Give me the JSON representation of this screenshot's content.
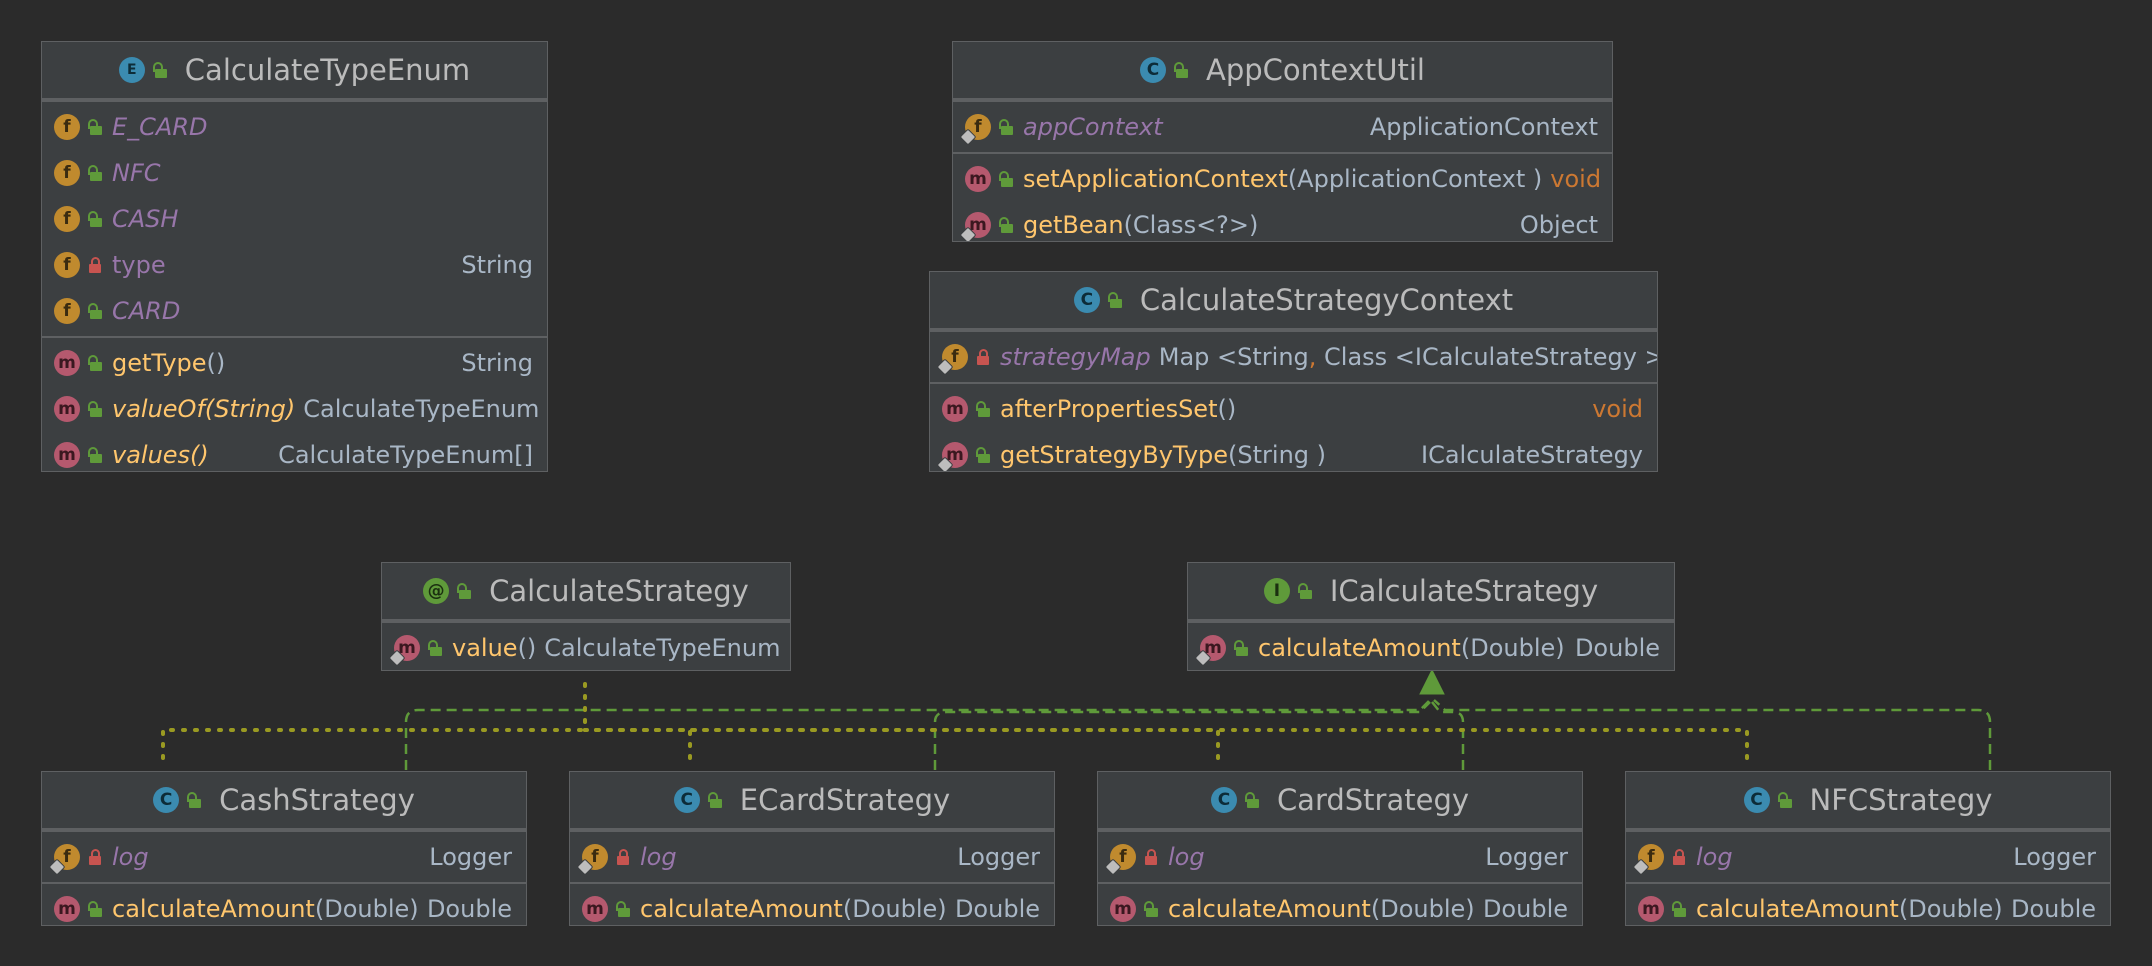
{
  "colors": {
    "background": "#2b2b2b",
    "box": "#3c3f41",
    "field_name": "#9876aa",
    "method_name": "#ffc66d",
    "type": "#a9b7c6",
    "keyword": "#cc7832",
    "realization_edge": "#5f9a3a",
    "dependency_edge": "#9a9a22"
  },
  "classes": {
    "calc_type_enum": {
      "title": "CalculateTypeEnum",
      "badge": "E",
      "fields": [
        {
          "name": "E_CARD",
          "type": "",
          "badge": "f",
          "visibility": "public",
          "static": true
        },
        {
          "name": "NFC",
          "type": "",
          "badge": "f",
          "visibility": "public",
          "static": true
        },
        {
          "name": "CASH",
          "type": "",
          "badge": "f",
          "visibility": "public",
          "static": true
        },
        {
          "name": "type",
          "type": "String",
          "badge": "f",
          "visibility": "private",
          "static": false
        },
        {
          "name": "CARD",
          "type": "",
          "badge": "f",
          "visibility": "public",
          "static": true
        }
      ],
      "methods": [
        {
          "name": "getType",
          "params": " ()",
          "type": "String",
          "static": false
        },
        {
          "name": "valueOf(String)",
          "params": "",
          "type": "CalculateTypeEnum",
          "static": true
        },
        {
          "name": "values()",
          "params": "",
          "type": "CalculateTypeEnum[]",
          "static": true
        }
      ]
    },
    "app_context_util": {
      "title": "AppContextUtil",
      "badge": "C",
      "fields": [
        {
          "name": "appContext",
          "type": "ApplicationContext",
          "badge": "f",
          "visibility": "public",
          "static": true
        }
      ],
      "methods": [
        {
          "name": "setApplicationContext",
          "params": " (ApplicationContext )",
          "type": "void",
          "static": false
        },
        {
          "name": "getBean",
          "params": "(Class<?>)",
          "type": "Object",
          "static": true
        }
      ]
    },
    "strategy_context": {
      "title": "CalculateStrategyContext",
      "badge": "C",
      "fields": [
        {
          "name": "strategyMap",
          "type_a": "Map <String",
          "type_sep": ",",
          "type_b": " Class <ICalculateStrategy > >",
          "badge": "f",
          "visibility": "private",
          "static": true
        }
      ],
      "methods": [
        {
          "name": "afterPropertiesSet",
          "params": " ()",
          "type": "void",
          "static": false
        },
        {
          "name": "getStrategyByType",
          "params": " (String )",
          "type": "ICalculateStrategy",
          "static": true
        }
      ]
    },
    "calc_strategy_annotation": {
      "title": "CalculateStrategy",
      "badge": "@",
      "methods": [
        {
          "name": "value",
          "params": "()",
          "type": "CalculateTypeEnum",
          "static": true
        }
      ]
    },
    "i_calc_strategy": {
      "title": "ICalculateStrategy",
      "badge": "I",
      "methods": [
        {
          "name": "calculateAmount",
          "params": " (Double)",
          "type": "Double",
          "static": true
        }
      ]
    },
    "cash_strategy": {
      "title": "CashStrategy",
      "badge": "C",
      "field": {
        "name": "log",
        "type": "Logger"
      },
      "method": {
        "name": "calculateAmount",
        "params": " (Double)",
        "type": "Double"
      }
    },
    "ecard_strategy": {
      "title": "ECardStrategy",
      "badge": "C",
      "field": {
        "name": "log",
        "type": "Logger"
      },
      "method": {
        "name": "calculateAmount",
        "params": " (Double)",
        "type": "Double"
      }
    },
    "card_strategy": {
      "title": "CardStrategy",
      "badge": "C",
      "field": {
        "name": "log",
        "type": "Logger"
      },
      "method": {
        "name": "calculateAmount",
        "params": " (Double)",
        "type": "Double"
      }
    },
    "nfc_strategy": {
      "title": "NFCStrategy",
      "badge": "C",
      "field": {
        "name": "log",
        "type": "Logger"
      },
      "method": {
        "name": "calculateAmount",
        "params": " (Double)",
        "type": "Double"
      }
    }
  },
  "badge_letters": {
    "field": "f",
    "method": "m"
  }
}
